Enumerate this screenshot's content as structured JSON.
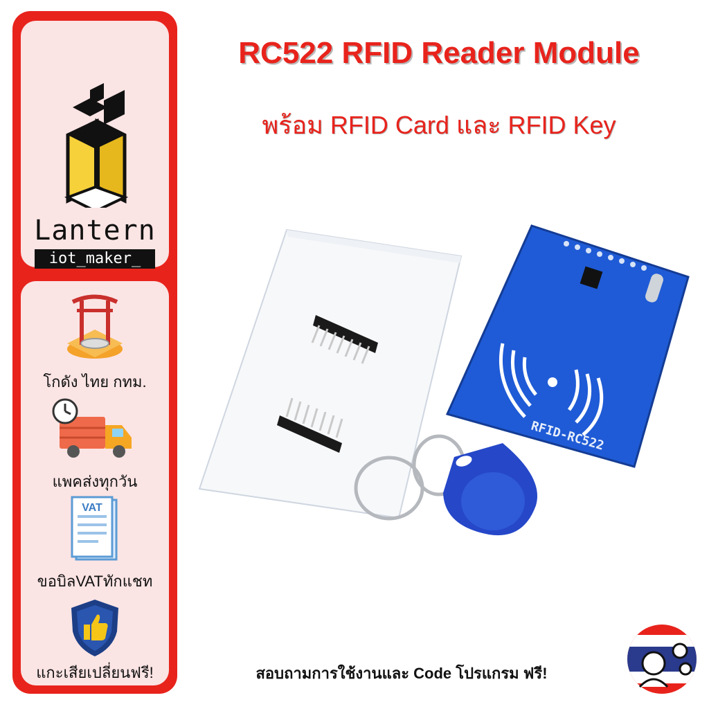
{
  "title": "RC522 RFID Reader Module",
  "subtitle": "พร้อม RFID Card และ RFID Key",
  "brand": {
    "name": "Lantern",
    "tagline": "iot_maker_"
  },
  "features": [
    {
      "label": "โกดัง ไทย กทม.",
      "icon": "warehouse-gate-icon"
    },
    {
      "label": "แพคส่งทุกวัน",
      "icon": "delivery-truck-icon"
    },
    {
      "label": "ขอบิลVATทักแชท",
      "icon": "vat-invoice-icon"
    },
    {
      "label": "แกะเสียเปลี่ยนฟรี!",
      "icon": "thumbs-up-shield-icon"
    }
  ],
  "vat_badge": "VAT",
  "module_silkscreen": "RFID-RC522",
  "footer": "สอบถามการใช้งานและ Code โปรแกรม ฟรี!",
  "colors": {
    "accent": "#e8231c",
    "panel": "#fbe4e4",
    "pcb": "#1f5bd6",
    "tag": "#2547c8"
  }
}
